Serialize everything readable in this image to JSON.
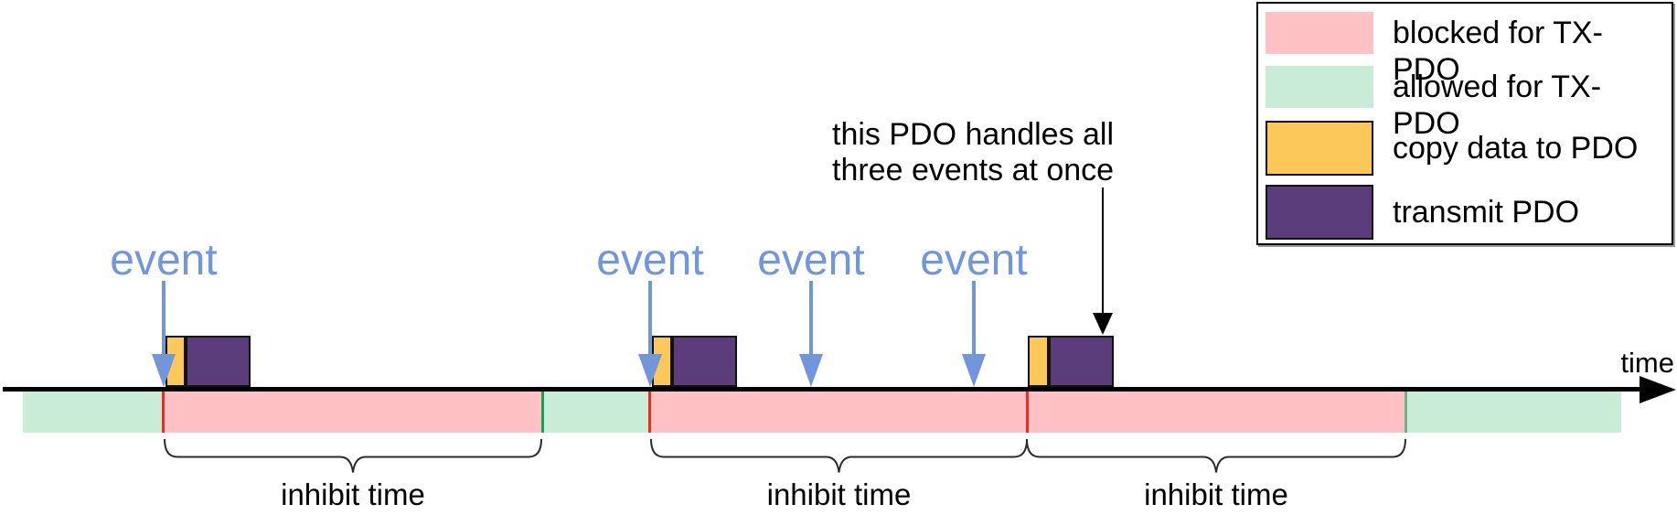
{
  "timeline": {
    "axis_label": "time",
    "event_label": "event",
    "event_count": 4,
    "inhibit_label": "inhibit time",
    "inhibit_window_count": 3,
    "segments": [
      "allowed",
      "blocked",
      "allowed",
      "blocked",
      "allowed"
    ],
    "markers": [
      "inhibit_start",
      "inhibit_end",
      "inhibit_start",
      "inhibit_start",
      "inhibit_end_soft"
    ],
    "pdo_transmission_count": 3
  },
  "annotation": {
    "line1": "this PDO handles all",
    "line2": "three events at once"
  },
  "legend": {
    "items": [
      {
        "label": "blocked for TX-PDO",
        "swatch": "blocked",
        "bordered": false
      },
      {
        "label": "allowed for TX-PDO",
        "swatch": "allowed",
        "bordered": false
      },
      {
        "label": "copy data to PDO",
        "swatch": "copy",
        "bordered": true
      },
      {
        "label": "transmit PDO",
        "swatch": "transmit",
        "bordered": true
      }
    ]
  },
  "colors": {
    "blocked": "#FFC1C3",
    "allowed": "#C9ECD6",
    "copy": "#FBC859",
    "transmit": "#5C3D7C",
    "event": "#7296DA",
    "inhibit_start": "#ED2B20",
    "inhibit_end": "#10A550",
    "inhibit_end_soft": "#74B08A",
    "axis": "#000000",
    "brace": "#2B2B2B"
  }
}
